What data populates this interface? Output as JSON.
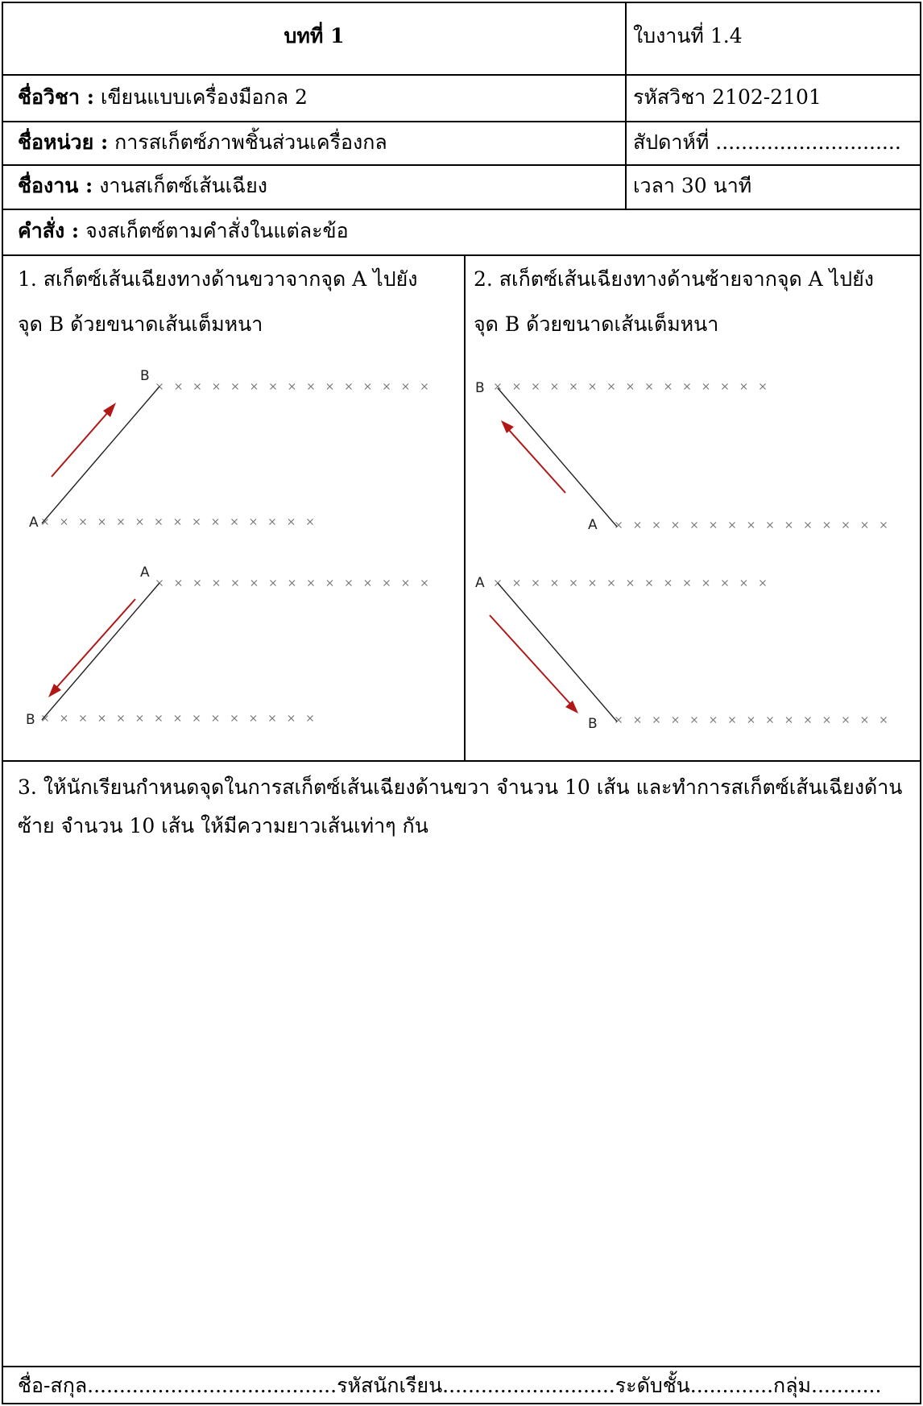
{
  "header": {
    "chapter": "บทที่ 1",
    "worksheet": "ใบงานที่ 1.4",
    "subject_label": "ชื่อวิชา :",
    "subject_value": "เขียนแบบเครื่องมือกล 2",
    "subject_code": "รหัสวิชา 2102-2101",
    "unit_label": "ชื่อหน่วย :",
    "unit_value": "การสเก็ตซ์ภาพชิ้นส่วนเครื่องกล",
    "week": "สัปดาห์ที่ .............................",
    "task_label": "ชื่องาน :",
    "task_value": "งานสเก็ตซ์เส้นเฉียง",
    "time": "เวลา 30 นาที"
  },
  "instruction": {
    "label": "คำสั่ง :",
    "text": "จงสเก็ตซ์ตามคำสั่งในแต่ละข้อ"
  },
  "task1": {
    "text_line1": "1. สเก็ตซ์เส้นเฉียงทางด้านขวาจากจุด A  ไปยัง",
    "text_line2": "จุด B ด้วยขนาดเส้นเต็มหนา"
  },
  "task2": {
    "text_line1": "2. สเก็ตซ์เส้นเฉียงทางด้านซ้ายจากจุด A  ไปยัง",
    "text_line2": "จุด B ด้วยขนาดเส้นเต็มหนา"
  },
  "points": {
    "a": "A",
    "b": "B"
  },
  "task3": {
    "text": "3. ให้นักเรียนกำหนดจุดในการสเก็ตซ์เส้นเฉียงด้านขวา จำนวน 10 เส้น และทำการสเก็ตซ์เส้นเฉียงด้านซ้าย จำนวน 10 เส้น ให้มีความยาวเส้นเท่าๆ กัน"
  },
  "footer": {
    "text": "ชื่อ-สกุล.......................................รหัสนักเรียน...........................ระดับชั้น.............กลุ่ม..........."
  },
  "colors": {
    "arrow": "#b01818",
    "line": "#222222",
    "mark": "#777777"
  },
  "icons": {
    "arrow": "red-arrow-icon",
    "mark": "x-mark-icon"
  }
}
